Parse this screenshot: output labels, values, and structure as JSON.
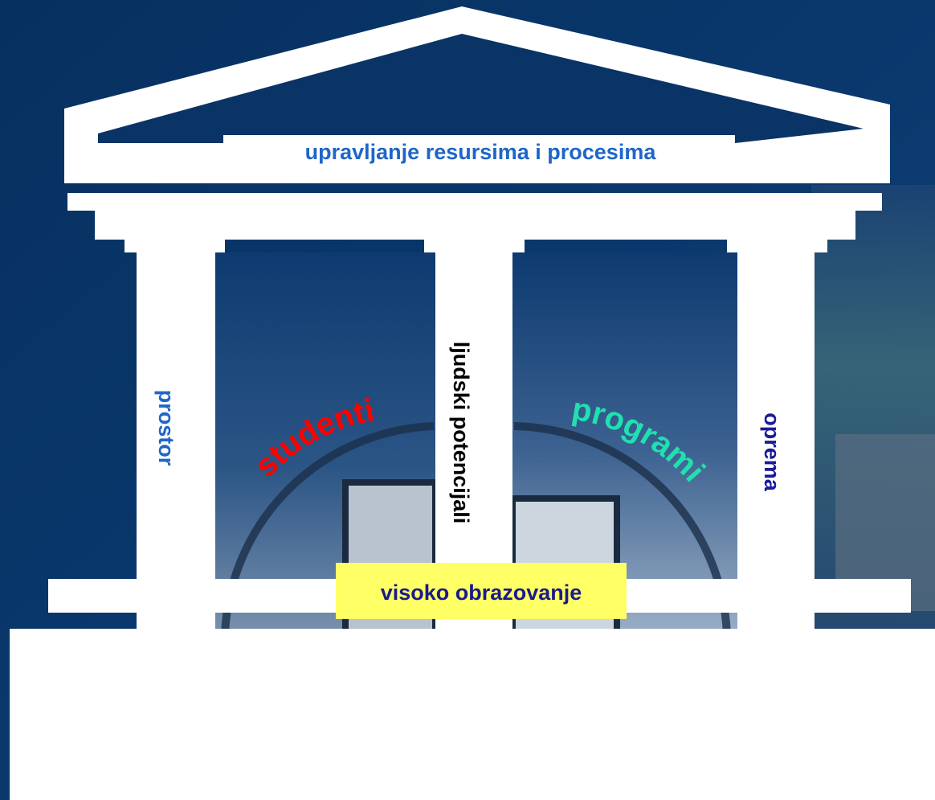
{
  "diagram": {
    "roof_label": "upravljanje resursima i procesima",
    "base_label": "visoko obrazovanje",
    "pillars": {
      "left": "prostor",
      "middle": "ljudski potencijali",
      "right": "oprema"
    },
    "arch_labels": {
      "left": "studenti",
      "right": "programi"
    }
  },
  "colors": {
    "background": "#0a3366",
    "structure": "#ffffff",
    "roof_text": "#1e66c8",
    "prostor": "#1e66c8",
    "oprema": "#1a1a9a",
    "ljudski": "#000000",
    "studenti": "#ff0000",
    "programi": "#20e0b0",
    "base_highlight": "#ffff66",
    "base_text": "#1a1a8a"
  }
}
